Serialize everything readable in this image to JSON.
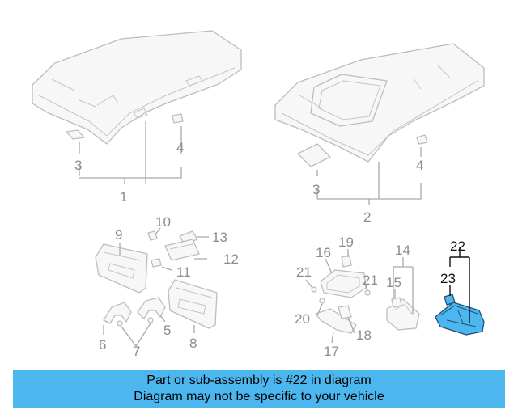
{
  "diagram": {
    "callouts": [
      "1",
      "2",
      "3",
      "3",
      "4",
      "4",
      "5",
      "6",
      "7",
      "8",
      "9",
      "10",
      "11",
      "12",
      "13",
      "14",
      "15",
      "16",
      "17",
      "18",
      "19",
      "20",
      "21",
      "21",
      "22",
      "23"
    ],
    "highlighted_part": "22",
    "highlight_color": "#4cb7ee"
  },
  "banner": {
    "line1": "Part or sub-assembly is #22 in diagram",
    "line2": "Diagram may not be specific to your vehicle"
  }
}
